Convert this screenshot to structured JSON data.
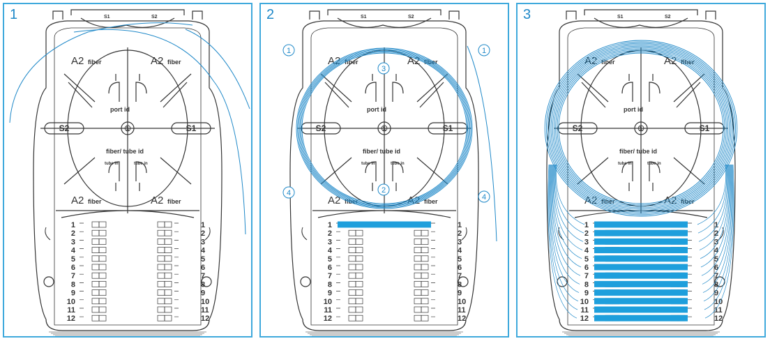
{
  "panels": [
    {
      "number": "1",
      "splice_top_left": "S1",
      "splice_top_right": "S2",
      "zone_labels": [
        "A2",
        "A2",
        "A2",
        "A2"
      ],
      "zone_sublabel": "fiber",
      "port_id": "port id",
      "tube_id": "fiber/ tube id",
      "tube_sub_left": "tube in",
      "tube_sub_right": "tube in",
      "center_mark": "①",
      "holder_left": "S2",
      "holder_right": "S1",
      "step_markers": [],
      "filled_rows": 0
    },
    {
      "number": "2",
      "splice_top_left": "S1",
      "splice_top_right": "S2",
      "zone_labels": [
        "A2",
        "A2",
        "A2",
        "A2"
      ],
      "zone_sublabel": "fiber",
      "port_id": "port id",
      "tube_id": "fiber/ tube id",
      "tube_sub_left": "tube in",
      "tube_sub_right": "tube in",
      "center_mark": "①",
      "holder_left": "S2",
      "holder_right": "S1",
      "step_markers": [
        "1",
        "1",
        "2",
        "3",
        "4",
        "4"
      ],
      "filled_rows": 1
    },
    {
      "number": "3",
      "splice_top_left": "S1",
      "splice_top_right": "S2",
      "zone_labels": [
        "A2",
        "A2",
        "A2",
        "A2"
      ],
      "zone_sublabel": "fiber",
      "port_id": "port id",
      "tube_id": "fiber/ tube id",
      "tube_sub_left": "tube in",
      "tube_sub_right": "tube in",
      "center_mark": "①",
      "holder_left": "S2",
      "holder_right": "S1",
      "step_markers": [],
      "filled_rows": 12
    }
  ],
  "row_numbers": [
    "1",
    "2",
    "3",
    "4",
    "5",
    "6",
    "7",
    "8",
    "9",
    "10",
    "11",
    "12"
  ],
  "colors": {
    "frame": "#3fa9dc",
    "fiber": "#1e88c8",
    "splice_fill": "#1e9fdc",
    "line": "#333333"
  }
}
